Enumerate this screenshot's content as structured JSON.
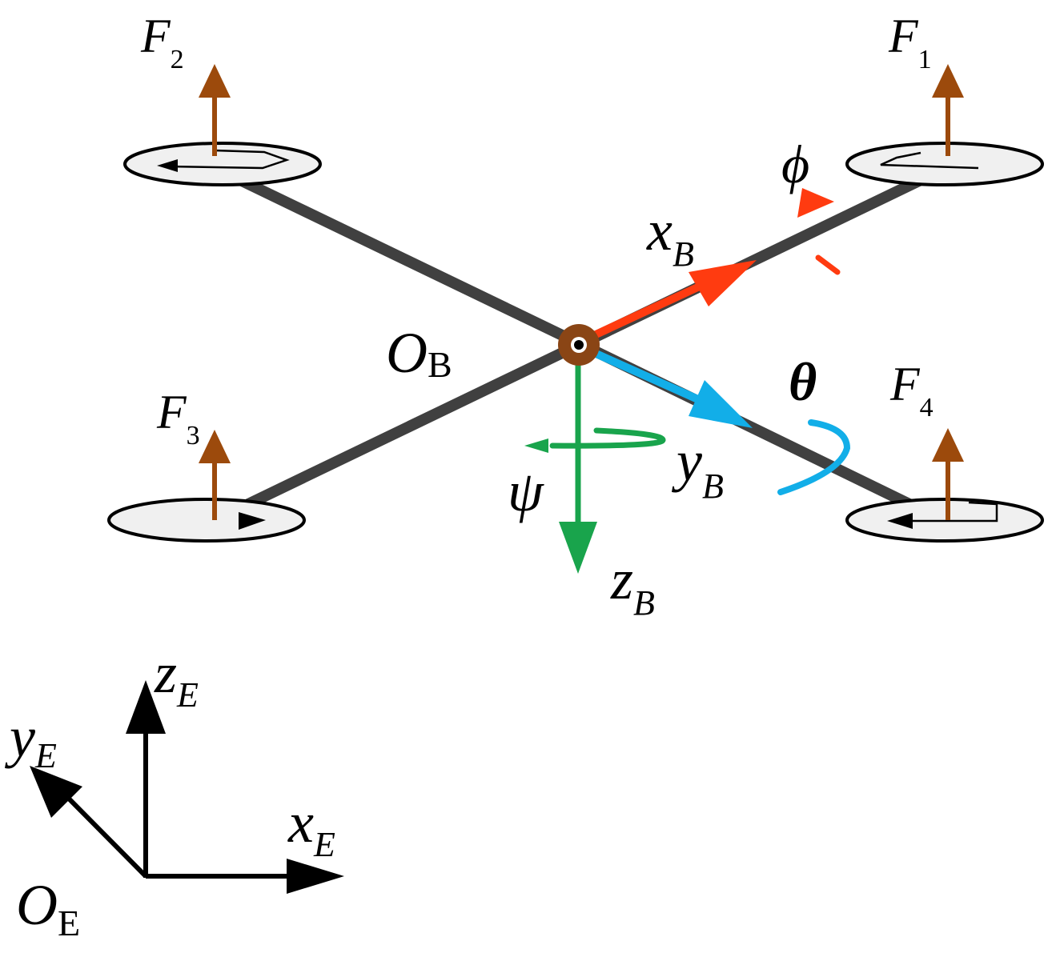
{
  "diagram": {
    "forces": {
      "f1": {
        "symbol": "F",
        "sub": "1"
      },
      "f2": {
        "symbol": "F",
        "sub": "2"
      },
      "f3": {
        "symbol": "F",
        "sub": "3"
      },
      "f4": {
        "symbol": "F",
        "sub": "4"
      }
    },
    "body_frame": {
      "origin": {
        "symbol": "O",
        "sub": "B"
      },
      "x_axis": {
        "symbol": "x",
        "sub": "B"
      },
      "y_axis": {
        "symbol": "y",
        "sub": "B"
      },
      "z_axis": {
        "symbol": "z",
        "sub": "B"
      }
    },
    "angles": {
      "roll": "ϕ",
      "pitch": "θ",
      "yaw": "ψ"
    },
    "earth_frame": {
      "origin": {
        "symbol": "O",
        "sub": "E"
      },
      "x_axis": {
        "symbol": "x",
        "sub": "E"
      },
      "y_axis": {
        "symbol": "y",
        "sub": "E"
      },
      "z_axis": {
        "symbol": "z",
        "sub": "E"
      }
    },
    "colors": {
      "arm": "#404040",
      "thrust_arrow": "#9c4a0c",
      "x_axis": "#ff3b10",
      "y_axis": "#12aee8",
      "z_axis": "#19a44c",
      "earth_axes": "#000000",
      "rotor_fill": "#f0f0f0",
      "hub": "#8a4515"
    }
  }
}
